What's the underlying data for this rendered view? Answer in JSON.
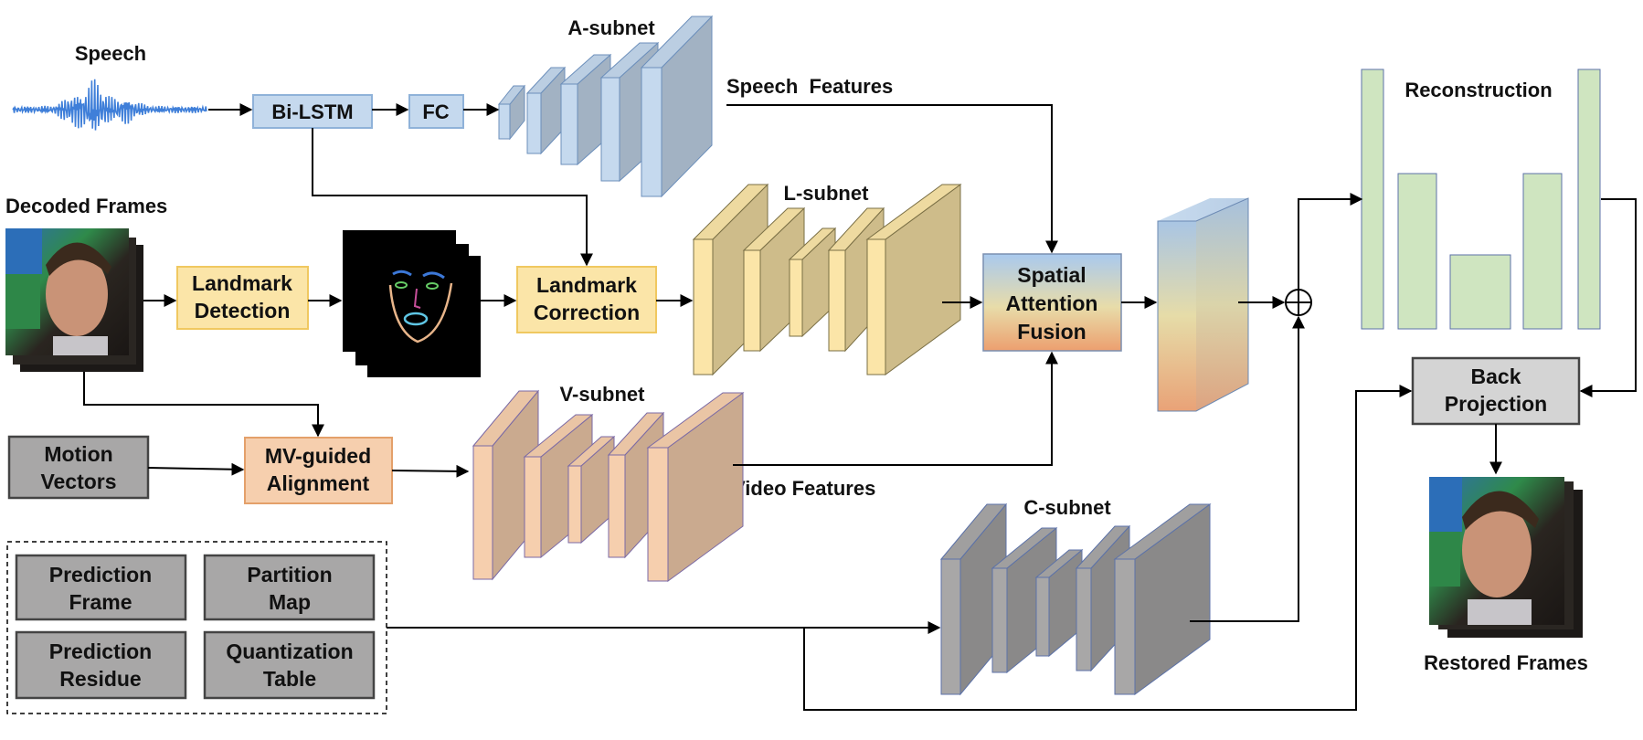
{
  "labels": {
    "speech": "Speech",
    "a_subnet": "A-subnet",
    "l_subnet": "L-subnet",
    "v_subnet": "V-subnet",
    "c_subnet": "C-subnet",
    "speech_features": "Speech  Features",
    "video_features": "Video Features",
    "decoded_frames": "Decoded Frames",
    "restored_frames": "Restored Frames",
    "reconstruction": "Reconstruction"
  },
  "blocks": {
    "bilstm": "Bi-LSTM",
    "fc": "FC",
    "landmark_detection": [
      "Landmark",
      "Detection"
    ],
    "landmark_correction": [
      "Landmark",
      "Correction"
    ],
    "spatial_attention_fusion": [
      "Spatial",
      "Attention",
      "Fusion"
    ],
    "motion_vectors": [
      "Motion",
      "Vectors"
    ],
    "mv_alignment": [
      "MV-guided",
      "Alignment"
    ],
    "back_projection": [
      "Back",
      "Projection"
    ],
    "prediction_frame": [
      "Prediction",
      "Frame"
    ],
    "partition_map": [
      "Partition",
      "Map"
    ],
    "prediction_residue": [
      "Prediction",
      "Residue"
    ],
    "quantization_table": [
      "Quantization",
      "Table"
    ]
  },
  "icons": {
    "waveform": "speech-waveform-icon",
    "plus": "sum-icon"
  },
  "colors": {
    "blue": "#c5d9ee",
    "yellow": "#fbe5a8",
    "orange": "#f6cfae",
    "gray": "#a8a7a7",
    "green": "#cfe5c0",
    "waveform": "#3f7fd9"
  }
}
